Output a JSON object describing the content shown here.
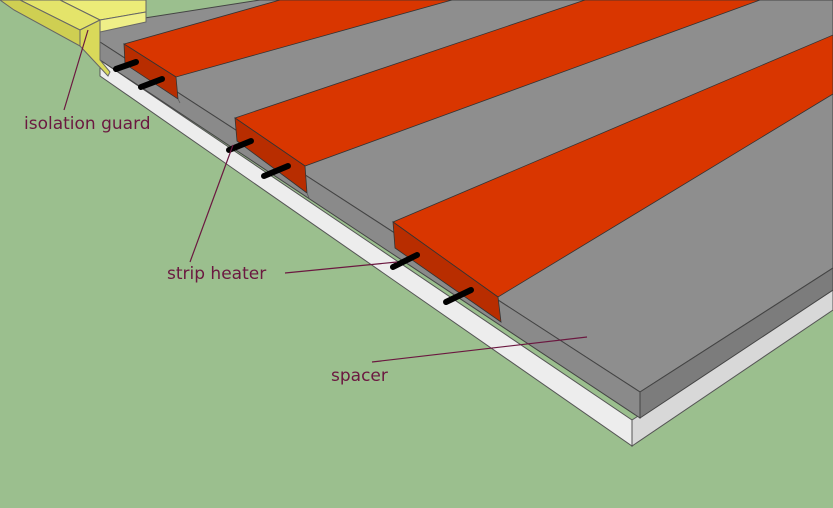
{
  "labels": {
    "isolation_guard": "isolation guard",
    "strip_heater": "strip heater",
    "spacer": "spacer"
  },
  "colors": {
    "background": "#9bbf8e",
    "base_top": "#ededed",
    "base_side": "#d8d8d8",
    "spacer_top": "#8e8e8e",
    "spacer_side": "#7c7c7c",
    "heater_top": "#d93600",
    "heater_side": "#b82d00",
    "guard_top": "#ecec78",
    "guard_side": "#cfcf52",
    "leads": "#000000",
    "label_text": "#6b1840",
    "leader_line": "#6b1840"
  }
}
